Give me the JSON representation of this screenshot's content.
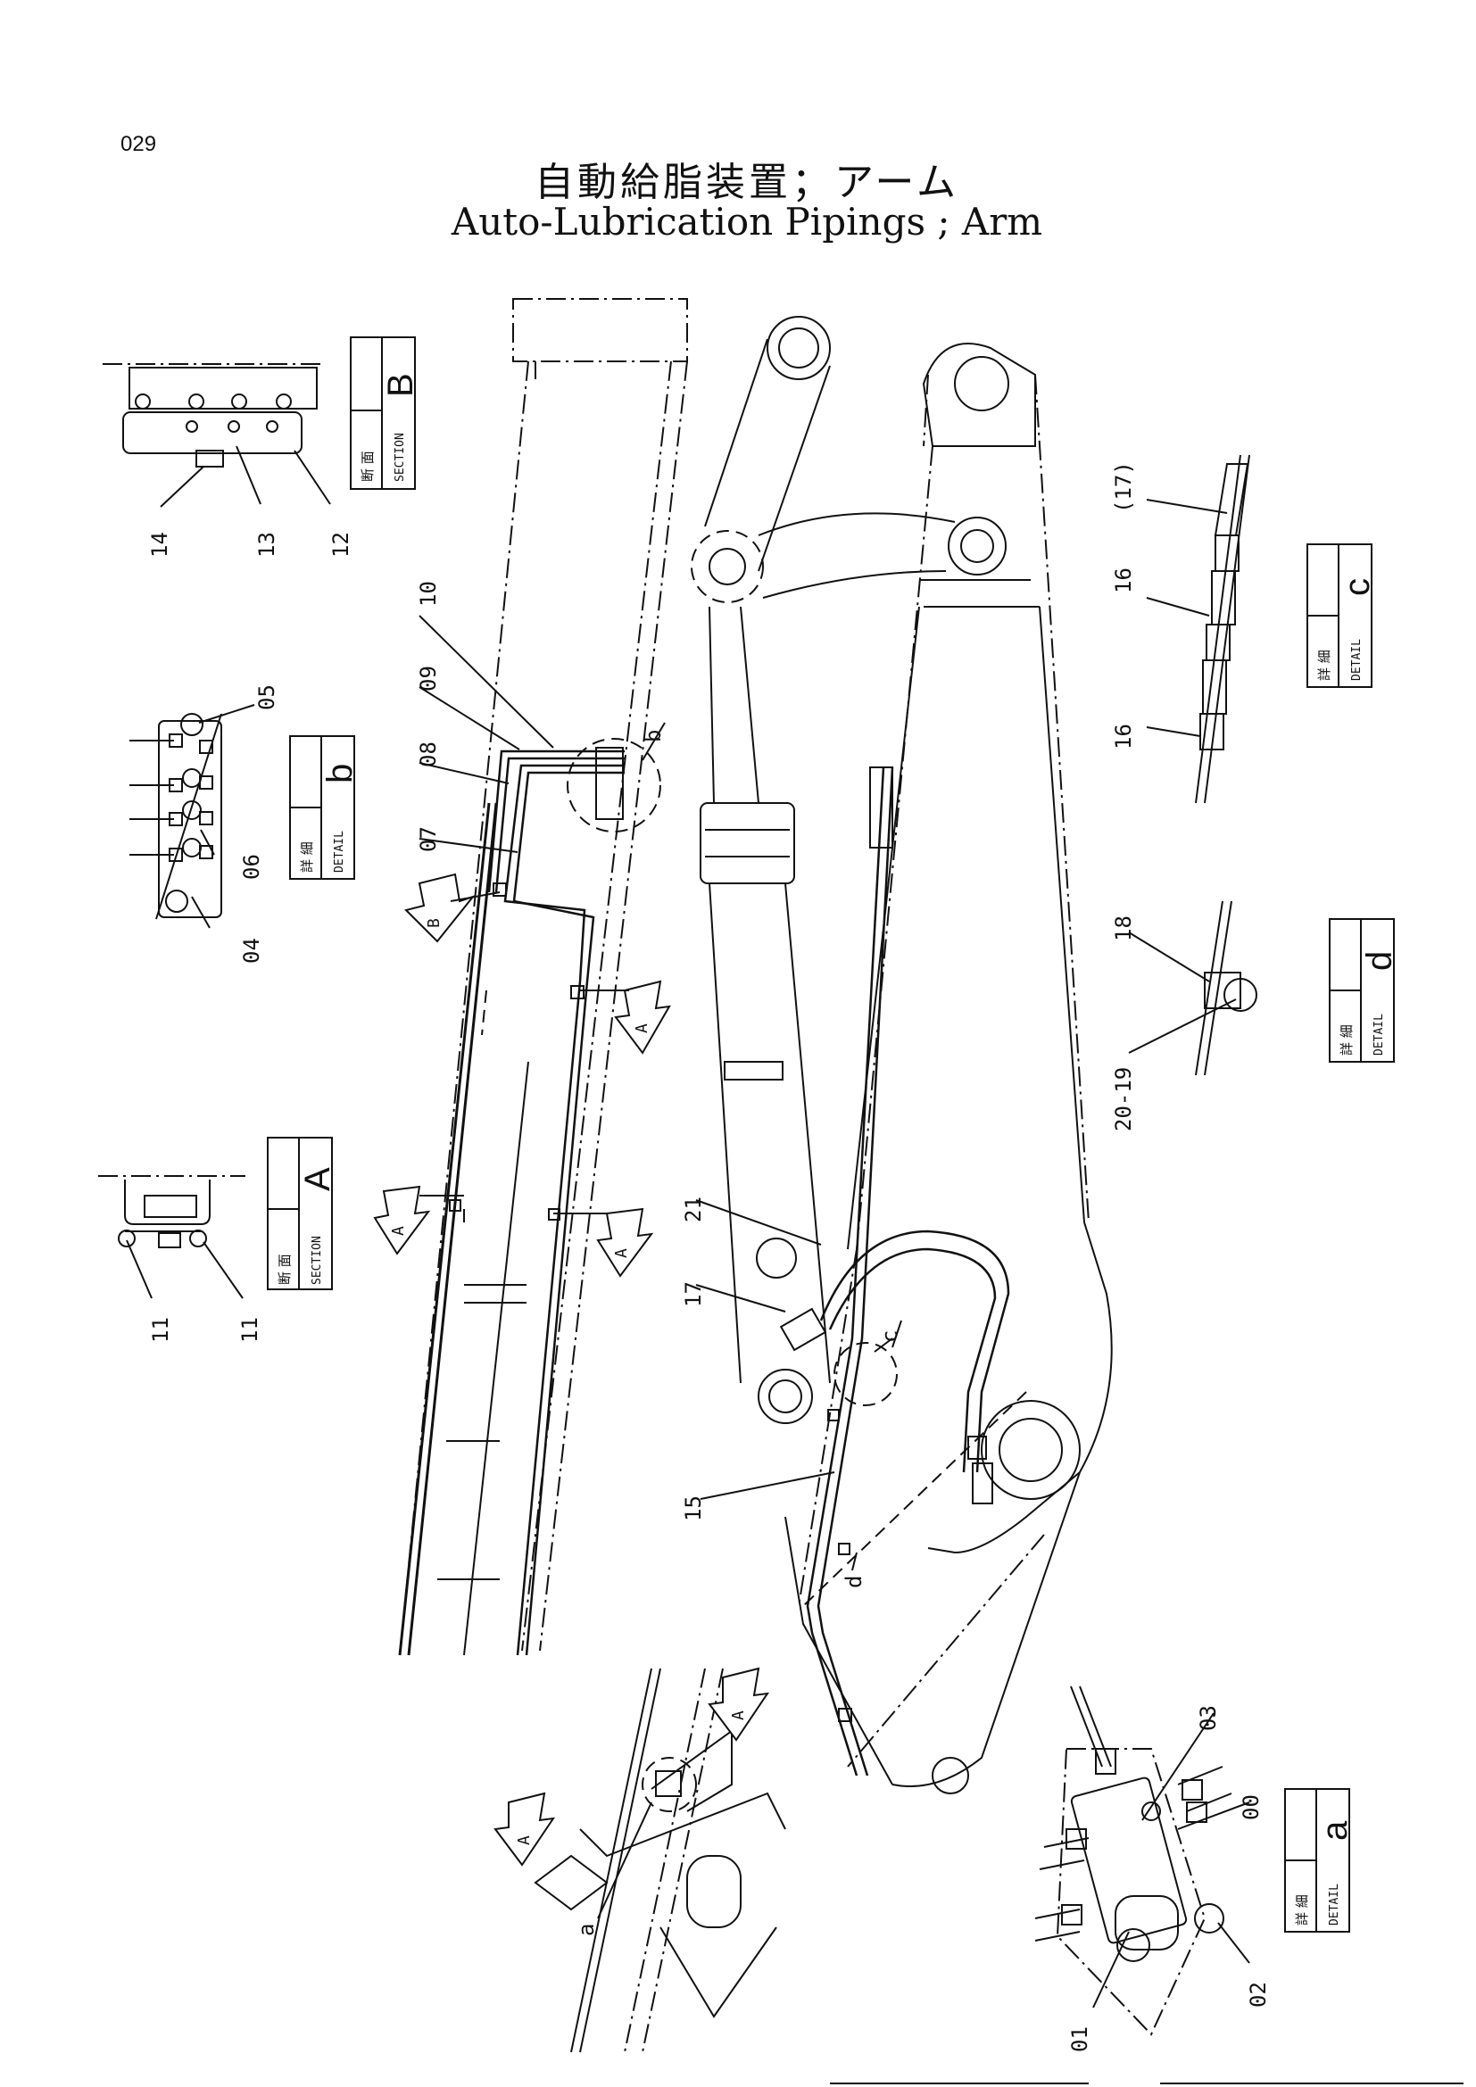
{
  "page_number": "029",
  "title_jp": "自動給脂装置；アーム",
  "title_en": "Auto-Lubrication Pipings ; Arm",
  "views": {
    "section_A": {
      "jp": "断 面",
      "en": "SECTION",
      "letter": "A"
    },
    "section_B": {
      "jp": "断 面",
      "en": "SECTION",
      "letter": "B"
    },
    "detail_a": {
      "jp": "詳 細",
      "en": "DETAIL",
      "letter": "a"
    },
    "detail_b": {
      "jp": "詳 細",
      "en": "DETAIL",
      "letter": "b"
    },
    "detail_c": {
      "jp": "詳 細",
      "en": "DETAIL",
      "letter": "c"
    },
    "detail_d": {
      "jp": "詳 細",
      "en": "DETAIL",
      "letter": "d"
    }
  },
  "part_numbers": {
    "p00": "00",
    "p01": "01",
    "p02": "02",
    "p03": "03",
    "p04": "04",
    "p05": "05",
    "p06": "06",
    "p07": "07",
    "p08": "08",
    "p09": "09",
    "p10": "10",
    "p11a": "11",
    "p11b": "11",
    "p12": "12",
    "p13": "13",
    "p14": "14",
    "p15": "15",
    "p16a": "16",
    "p16b": "16",
    "p17": "17",
    "p17ref": "(17)",
    "p18": "18",
    "p2019": "20-19",
    "p21": "21"
  },
  "view_markers": {
    "marker_a": "a",
    "marker_b": "b",
    "marker_c": "c",
    "marker_d": "d",
    "arrow_A1": "A",
    "arrow_A2": "A",
    "arrow_A3": "A",
    "arrow_A4": "A",
    "arrow_A5": "A",
    "arrow_B": "B"
  }
}
